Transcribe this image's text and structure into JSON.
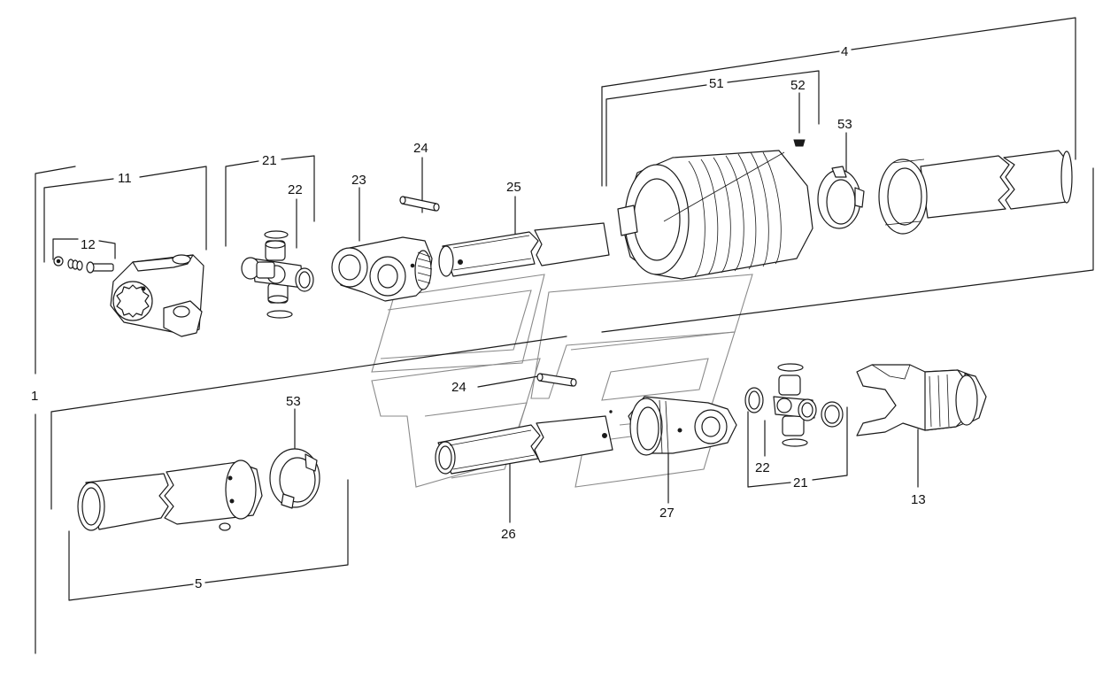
{
  "callouts": {
    "c1": "1",
    "c4": "4",
    "c5": "5",
    "c11": "11",
    "c12": "12",
    "c13": "13",
    "c21_top": "21",
    "c21_bottom": "21",
    "c22_top": "22",
    "c22_bottom": "22",
    "c23": "23",
    "c24_top": "24",
    "c24_bottom": "24",
    "c25": "25",
    "c26": "26",
    "c27": "27",
    "c51": "51",
    "c52": "52",
    "c53_top": "53",
    "c53_bottom": "53"
  },
  "colors": {
    "line": "#1a1a1a",
    "watermark": "#8a8a8a",
    "background": "#ffffff"
  }
}
